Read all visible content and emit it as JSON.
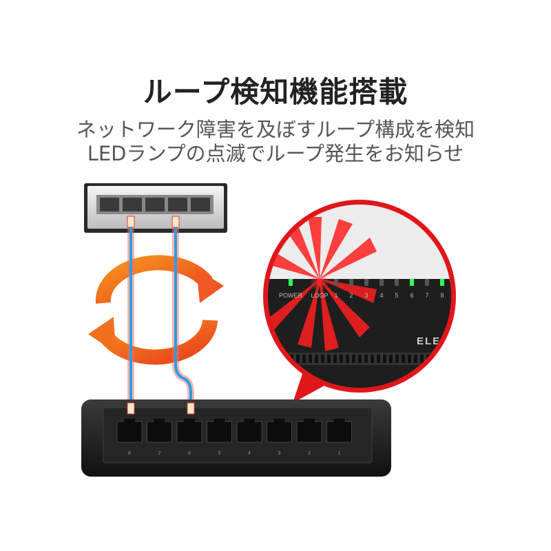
{
  "heading": {
    "title": "ループ検知機能搭載",
    "subtitle_line1": "ネットワーク障害を及ぼすループ構成を検知",
    "subtitle_line2": "LEDランプの点滅でループ発生をお知らせ"
  },
  "zoom_panel": {
    "led_labels": [
      "POWER",
      "LOOP",
      "1",
      "2",
      "3",
      "4",
      "5",
      "6",
      "7",
      "8"
    ],
    "brand_partial": "ELEC",
    "led_colors": {
      "power": "#33ff55",
      "loop": "#ff2222",
      "off": "#555555",
      "link": "#33ff55"
    },
    "accent_red": "#e0161b"
  },
  "switch": {
    "port_numbers": [
      "8",
      "7",
      "6",
      "5",
      "4",
      "3",
      "2",
      "1"
    ]
  },
  "colors": {
    "cable": "#2a9fe0",
    "loop_arrow": "#f05a22"
  }
}
